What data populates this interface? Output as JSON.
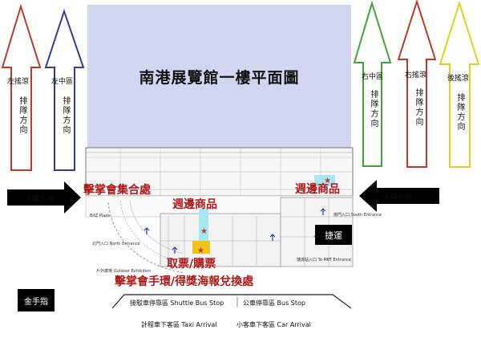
{
  "title": "南港展覽館一樓平面圖",
  "queue_arrows": [
    {
      "zone": "左搖滾",
      "direction": "排隊方向",
      "color": "#c0392b"
    },
    {
      "zone": "左中區",
      "direction": "排隊方向",
      "color": "#2c3e9f"
    },
    {
      "zone": "右中區",
      "direction": "排隊方向",
      "color": "#3fa535"
    },
    {
      "zone": "右搖滾",
      "direction": "排隊方向",
      "color": "#c0392b"
    },
    {
      "zone": "後搖滾",
      "direction": "排隊方向",
      "color": "#e0d21a"
    }
  ],
  "entry": {
    "left": "入場方向",
    "right": "入場方向"
  },
  "labels": {
    "meetup": "擊掌會集合處",
    "merch_left": "週邊商品",
    "merch_right": "週邊商品",
    "tickets": "取票/購票",
    "wristband": "擊掌會手環/得獎海報兌換處",
    "mrt": "捷運",
    "golden": "金手指"
  },
  "plan_text": {
    "north_entrance": "北門入口 North Entrance",
    "outdoor": "戶外廣場 Outdoor Exhibition",
    "south_entrance": "南門入口 South Entrance",
    "mrt_entrance": "捷運站入口 To MRT Entrance",
    "bitz": "BitZ Plaza"
  },
  "stops": {
    "shuttle": "接駁車停靠區 Shuttle Bus Stop",
    "bus": "公車停靠區 Bus Stop",
    "taxi": "計程車下客區 Taxi Arrival",
    "car": "小客車下客區 Car Arrival"
  },
  "colors": {
    "red_label": "#b01818",
    "title_bg": "#d3d6f0",
    "cyan": "#a6e8f2",
    "yellow": "#f3c317"
  }
}
